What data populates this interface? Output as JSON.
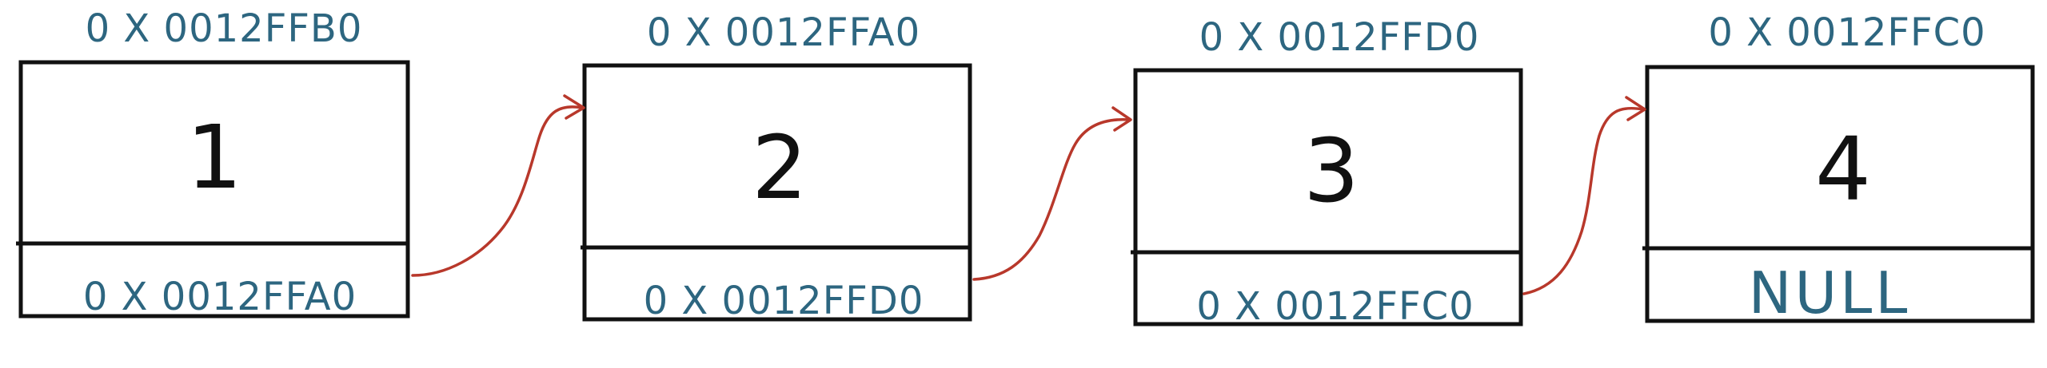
{
  "diagram": {
    "nodes": [
      {
        "address": "0 X 0012FFB0",
        "value": "1",
        "next": "0 X 0012FFA0"
      },
      {
        "address": "0 X 0012FFA0",
        "value": "2",
        "next": "0 X 0012FFD0"
      },
      {
        "address": "0 X 0012FFD0",
        "value": "3",
        "next": "0 X 0012FFC0"
      },
      {
        "address": "0 X 0012FFC0",
        "value": "4",
        "next": "NULL"
      }
    ],
    "colors": {
      "address_text": "#2d6680",
      "value_text": "#111111",
      "box_stroke": "#111111",
      "arrow": "#b8382b"
    }
  }
}
